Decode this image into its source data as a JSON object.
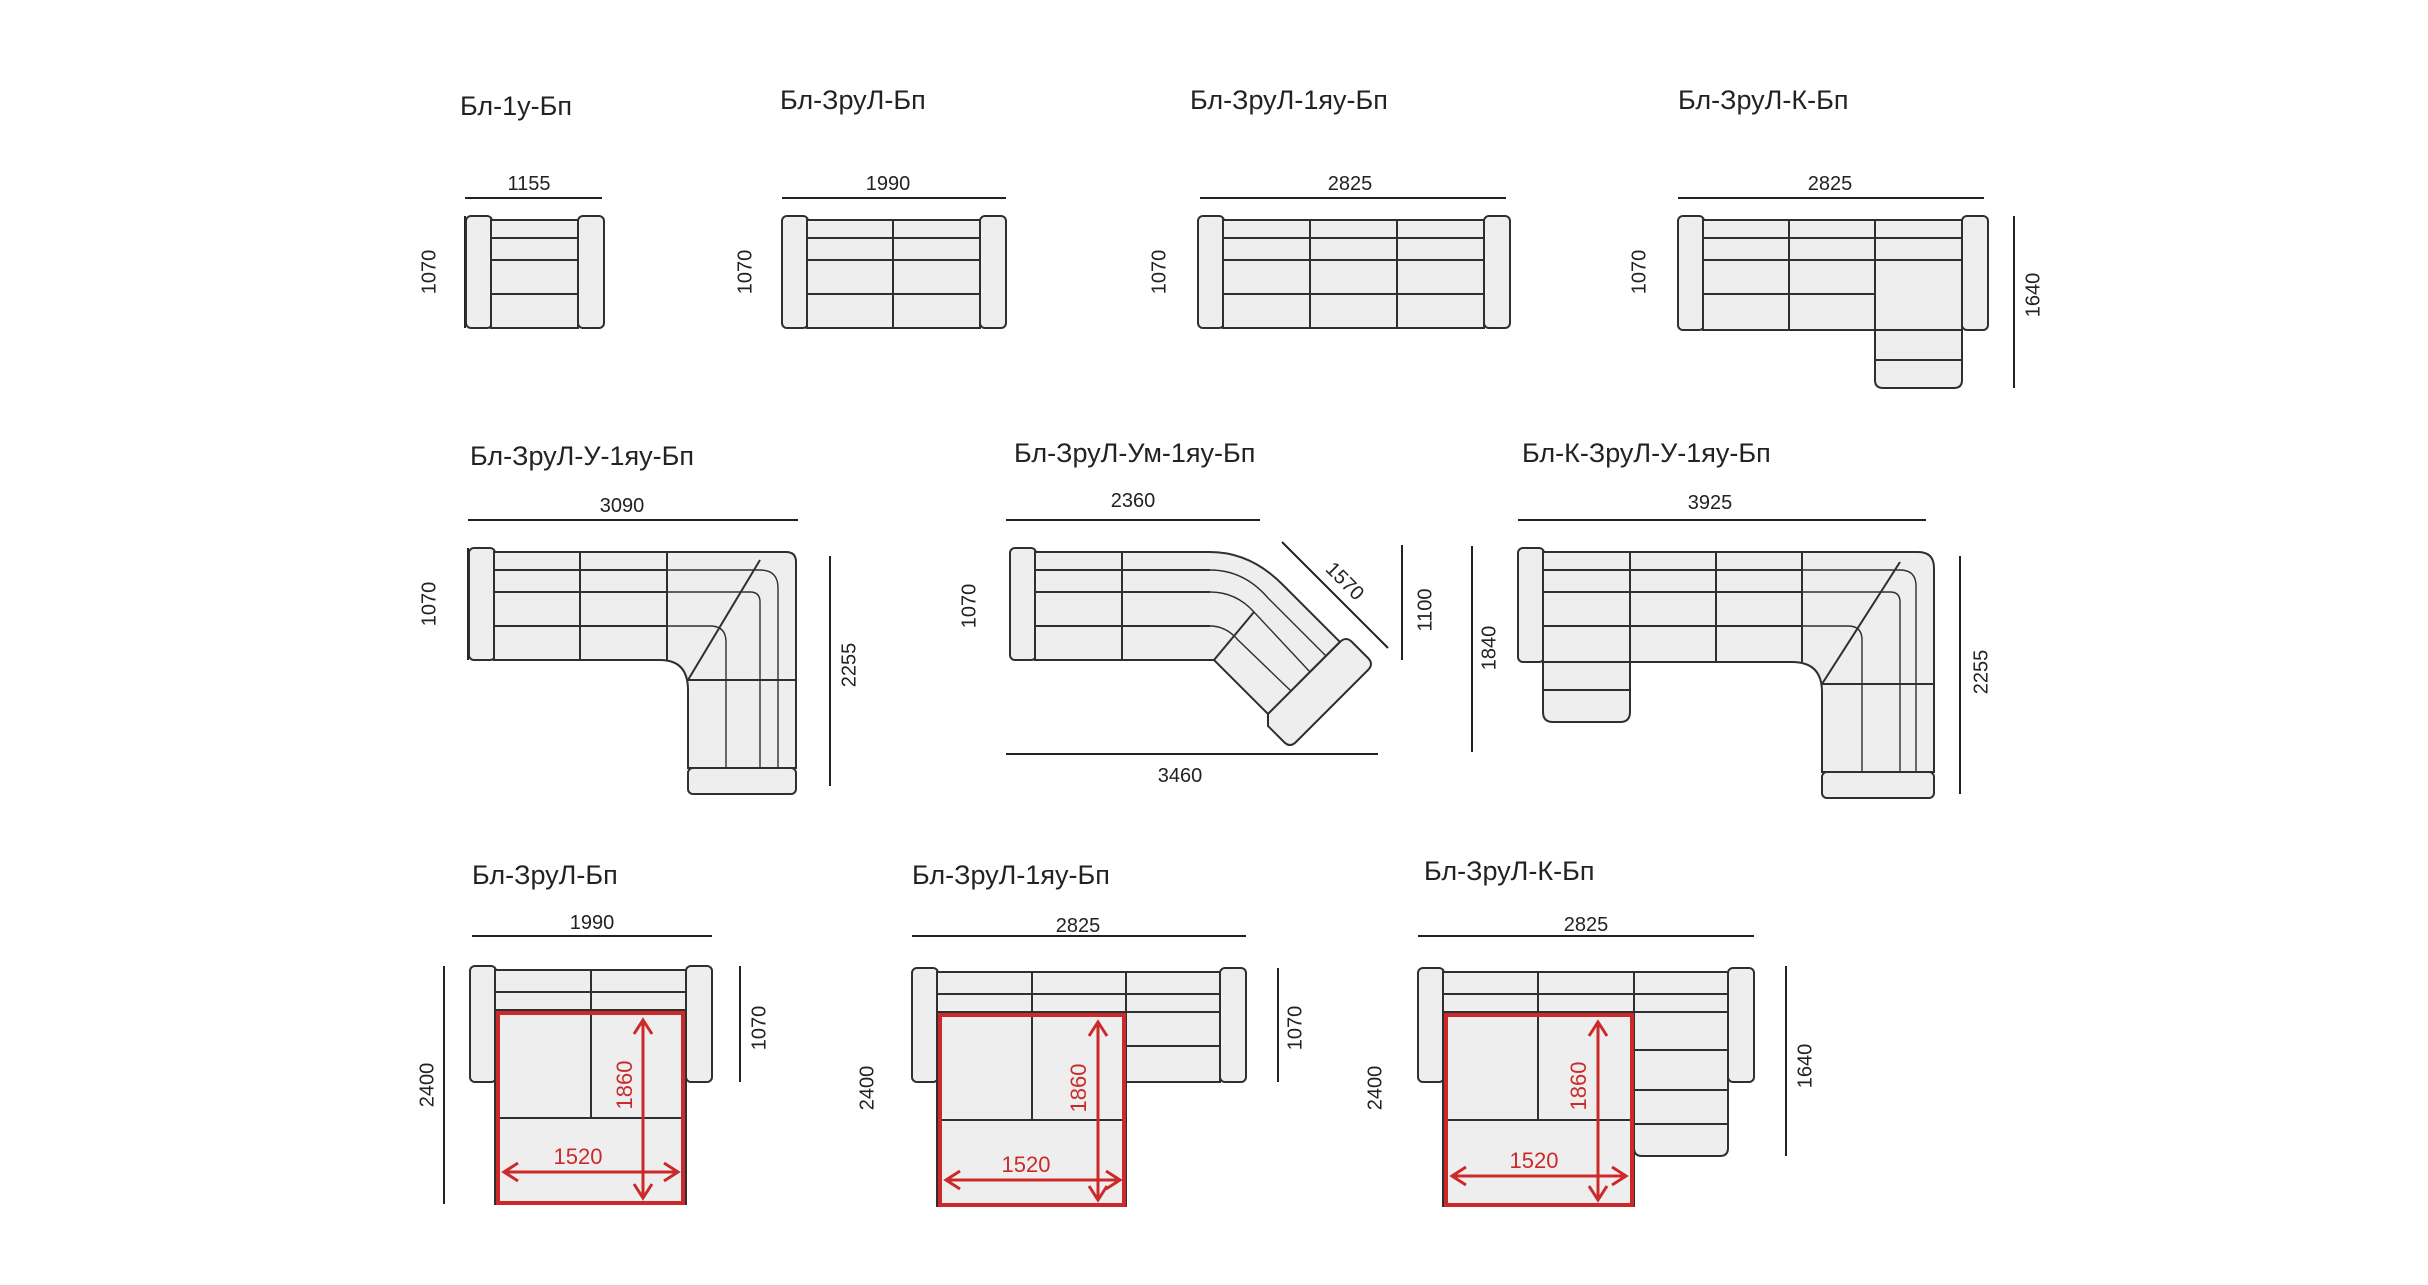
{
  "colors": {
    "outline": "#2f2f2f",
    "fill": "#eeeeee",
    "sleep_area": "#cc2a2a",
    "text": "#222222"
  },
  "row1": {
    "m1": {
      "title": "Бл-1у-Бп",
      "width": "1155",
      "depth": "1070"
    },
    "m2": {
      "title": "Бл-ЗруЛ-Бп",
      "width": "1990",
      "depth": "1070"
    },
    "m3": {
      "title": "Бл-ЗруЛ-1яу-Бп",
      "width": "2825",
      "depth": "1070"
    },
    "m4": {
      "title": "Бл-ЗруЛ-К-Бп",
      "width": "2825",
      "depth": "1070",
      "depth2": "1640"
    }
  },
  "row2": {
    "m5": {
      "title": "Бл-ЗруЛ-У-1яу-Бп",
      "width": "3090",
      "depth": "1070",
      "depth2": "2255"
    },
    "m6": {
      "title": "Бл-ЗруЛ-Ум-1яу-Бп",
      "width": "2360",
      "depth": "1070",
      "diag": "1570",
      "depth2": "1100",
      "total": "3460"
    },
    "m7": {
      "title": "Бл-К-ЗруЛ-У-1яу-Бп",
      "width": "3925",
      "depth": "1840",
      "depth2": "2255"
    }
  },
  "row3": {
    "m8": {
      "title": "Бл-ЗруЛ-Бп",
      "width": "1990",
      "depth": "1070",
      "open": "2400",
      "sleep_w": "1520",
      "sleep_l": "1860"
    },
    "m9": {
      "title": "Бл-ЗруЛ-1яу-Бп",
      "width": "2825",
      "depth": "1070",
      "open": "2400",
      "sleep_w": "1520",
      "sleep_l": "1860"
    },
    "m10": {
      "title": "Бл-ЗруЛ-К-Бп",
      "width": "2825",
      "depth": "1640",
      "open": "2400",
      "sleep_w": "1520",
      "sleep_l": "1860"
    }
  }
}
